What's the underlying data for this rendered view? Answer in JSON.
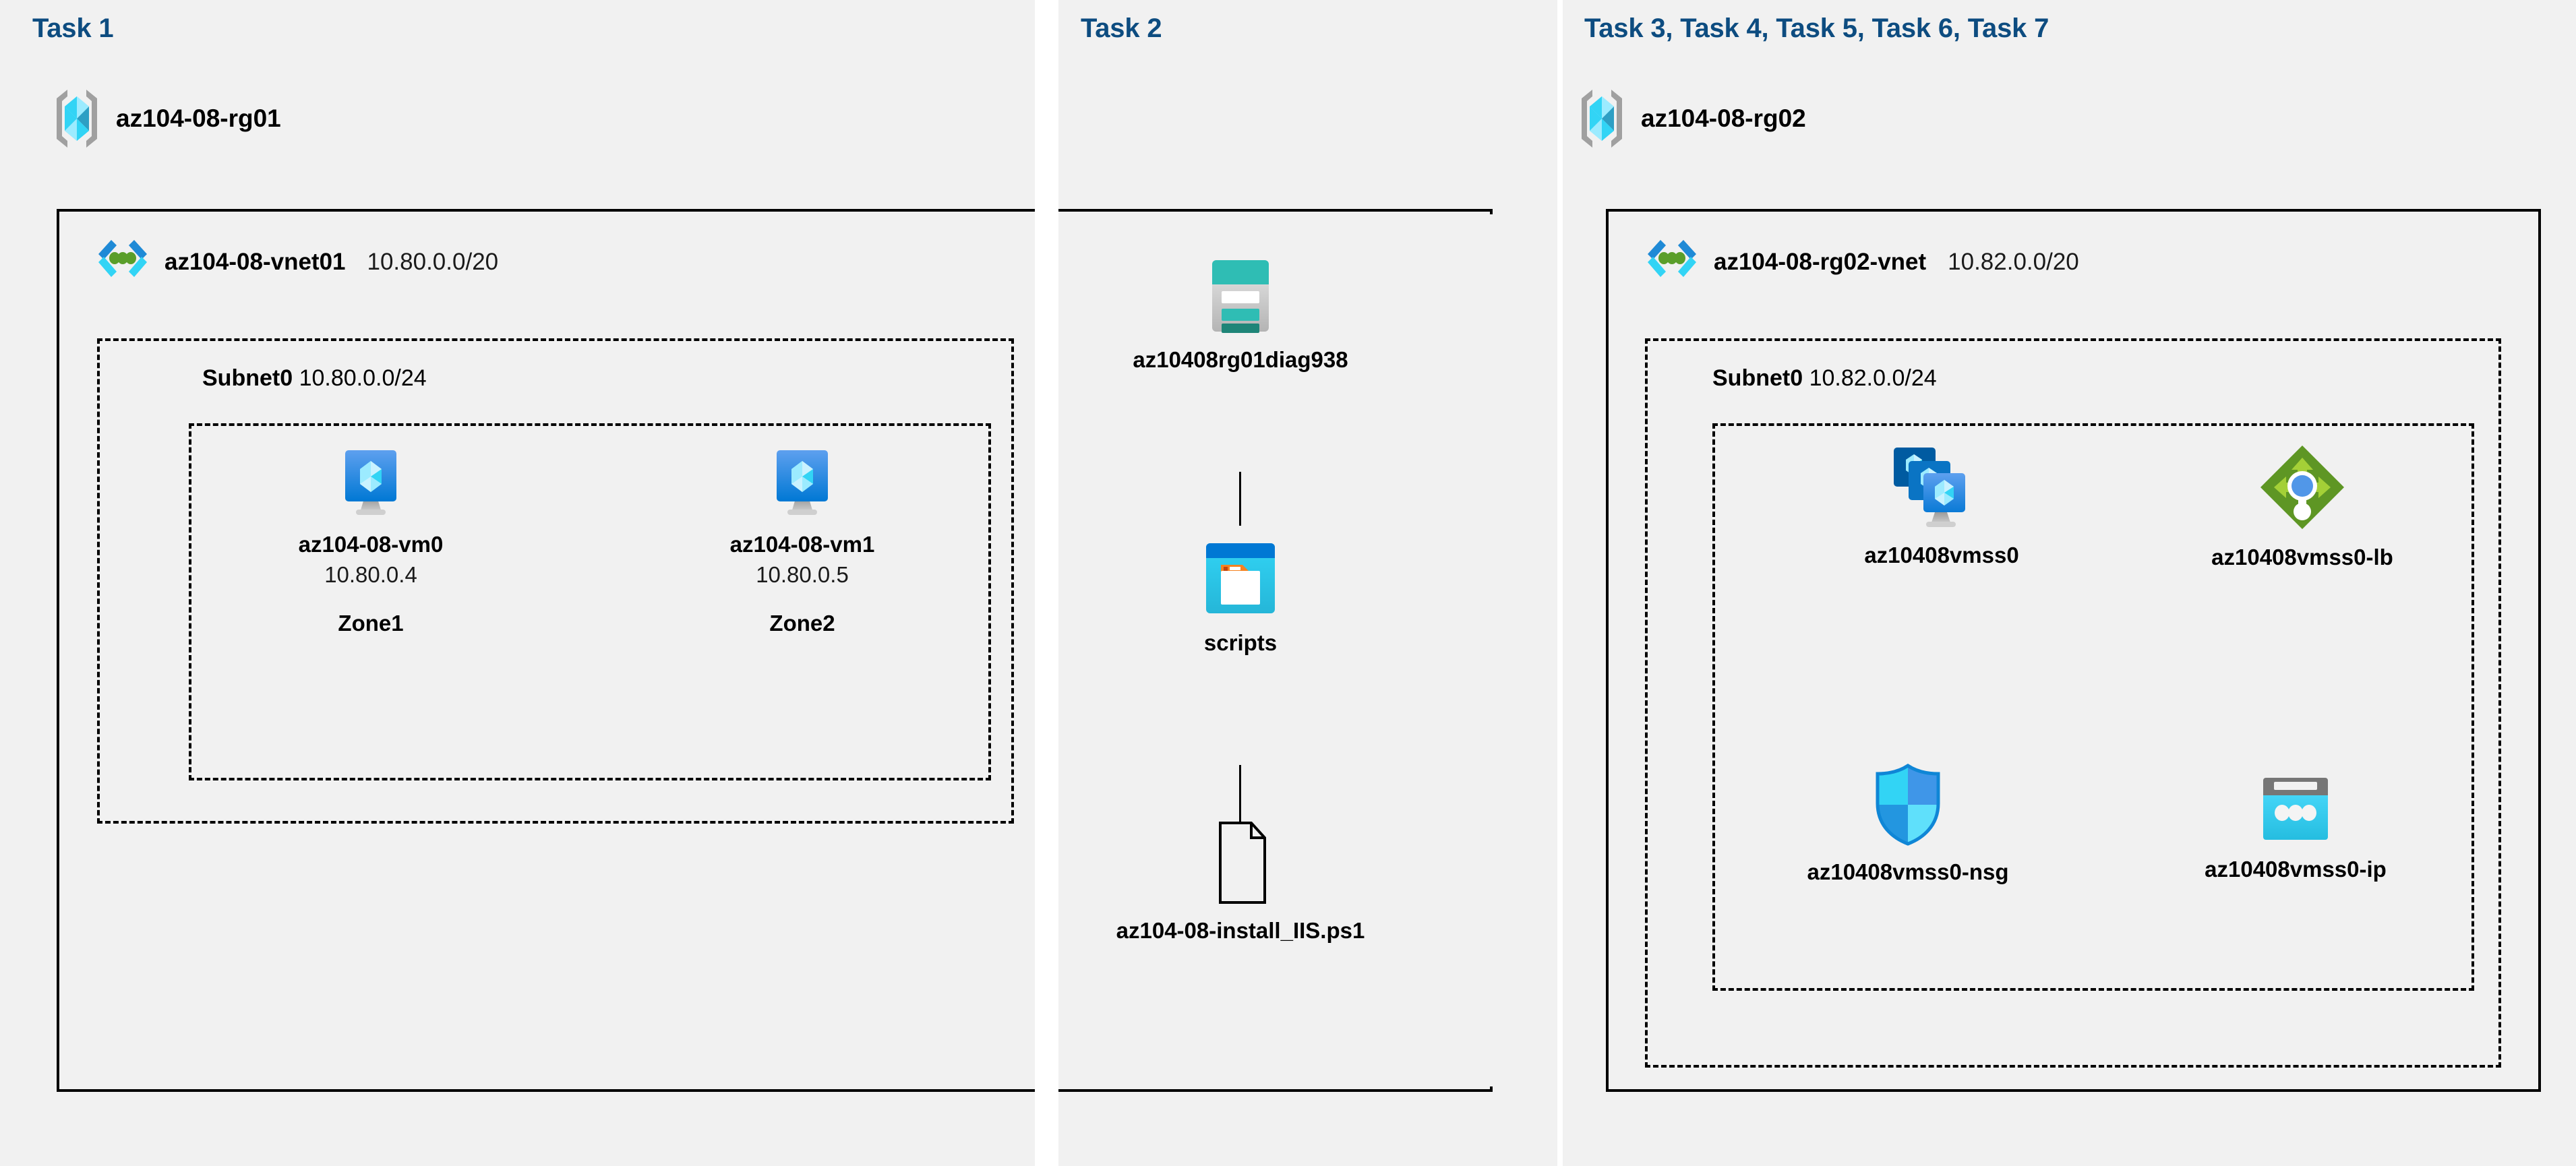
{
  "panels": {
    "task1": {
      "title": "Task 1"
    },
    "task2": {
      "title": "Task 2"
    },
    "task3": {
      "title": "Task 3, Task 4, Task 5, Task 6, Task 7"
    }
  },
  "colors": {
    "panel_background": "#f1f1f1",
    "page_background": "#ffffff",
    "task_title": "#0d4c80",
    "border": "#000000",
    "azure_blue": "#0078d4",
    "azure_cyan": "#32d4f5",
    "azure_light_cyan": "#9cebff",
    "storage_teal": "#2fbdb4",
    "storage_dark_teal": "#1f8578",
    "lb_green": "#5e9624",
    "lb_light_green": "#a4d037",
    "lb_dot_blue": "#5197e8",
    "grey": "#9e9e9e",
    "orange": "#f58220"
  },
  "resource_groups": [
    {
      "icon": "resource-group-icon",
      "name": "az104-08-rg01"
    },
    {
      "icon": "resource-group-icon",
      "name": "az104-08-rg02"
    }
  ],
  "vnets": [
    {
      "icon": "virtual-network-icon",
      "name": "az104-08-vnet01",
      "cidr": "10.80.0.0/20"
    },
    {
      "icon": "virtual-network-icon",
      "name": "az104-08-rg02-vnet",
      "cidr": "10.82.0.0/20"
    }
  ],
  "subnets": [
    {
      "name": "Subnet0",
      "cidr": "10.80.0.0/24"
    },
    {
      "name": "Subnet0",
      "cidr": "10.82.0.0/24"
    }
  ],
  "virtual_machines": [
    {
      "icon": "virtual-machine-icon",
      "name": "az104-08-vm0",
      "ip": "10.80.0.4",
      "zone": "Zone1"
    },
    {
      "icon": "virtual-machine-icon",
      "name": "az104-08-vm1",
      "ip": "10.80.0.5",
      "zone": "Zone2"
    }
  ],
  "storage_chain": [
    {
      "icon": "storage-account-icon",
      "name": "az10408rg01diag938"
    },
    {
      "icon": "blob-container-icon",
      "name": "scripts"
    },
    {
      "icon": "script-file-icon",
      "name": "az104-08-install_IIS.ps1"
    }
  ],
  "scale_set_resources": [
    {
      "icon": "vm-scale-set-icon",
      "name": "az10408vmss0"
    },
    {
      "icon": "load-balancer-icon",
      "name": "az10408vmss0-lb"
    },
    {
      "icon": "network-security-group-icon",
      "name": "az10408vmss0-nsg"
    },
    {
      "icon": "public-ip-address-icon",
      "name": "az10408vmss0-ip"
    }
  ]
}
